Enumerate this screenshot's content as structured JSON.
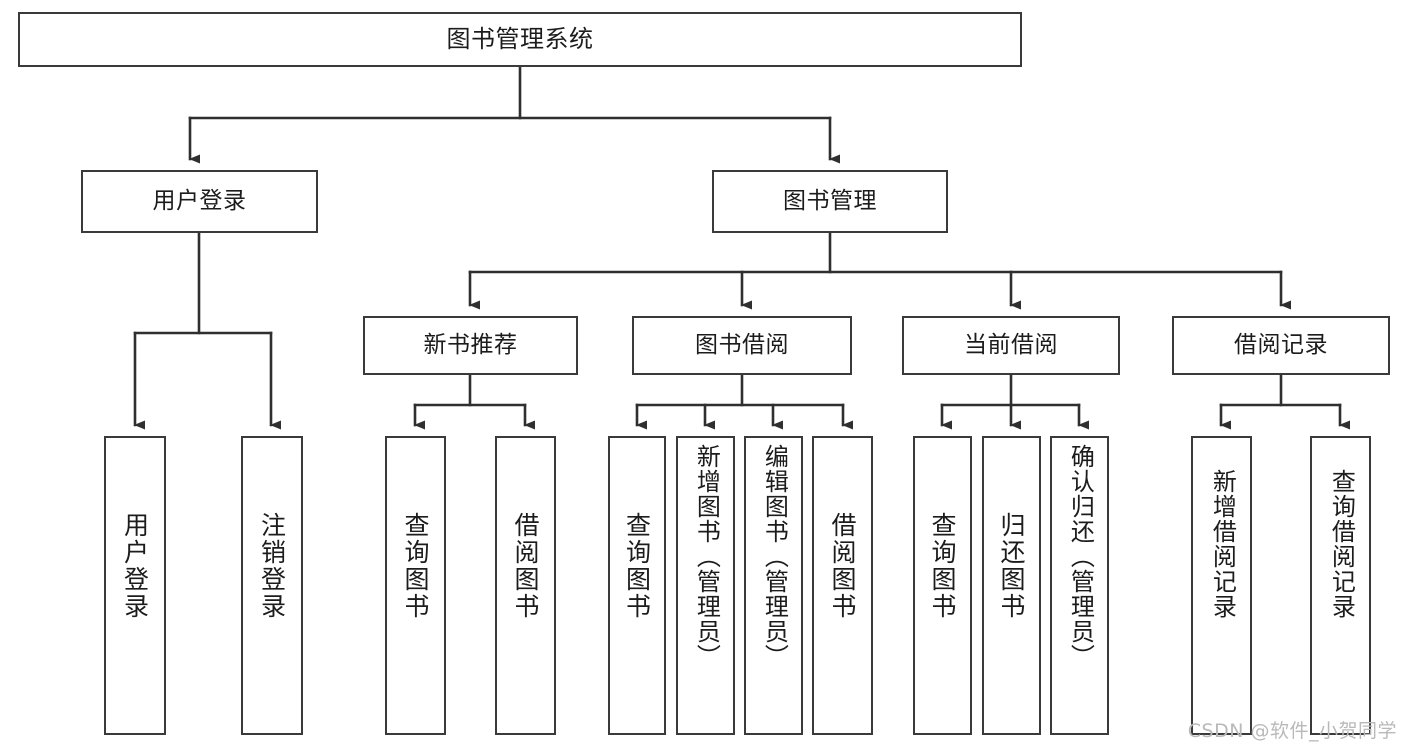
{
  "diagram": {
    "title": "图书管理系统",
    "type": "tree-hierarchy-chart",
    "watermark": "CSDN @软件_小贺同学",
    "colors": {
      "box_border": "#3a3a3a",
      "box_fill": "#ffffff",
      "edge": "#2f2f2f",
      "text": "#1c1c1c",
      "watermark": "#b9b9b9"
    },
    "root": {
      "label": "图书管理系统"
    },
    "level2": [
      {
        "label": "用户登录"
      },
      {
        "label": "图书管理"
      }
    ],
    "level3": [
      {
        "label": "新书推荐"
      },
      {
        "label": "图书借阅"
      },
      {
        "label": "当前借阅"
      },
      {
        "label": "借阅记录"
      }
    ],
    "leaves": {
      "user_login": [
        {
          "label": "用户登录"
        },
        {
          "label": "注销登录"
        }
      ],
      "new_book": [
        {
          "label": "查询图书"
        },
        {
          "label": "借阅图书"
        }
      ],
      "book_borrow": [
        {
          "label": "查询图书"
        },
        {
          "label": "新增图书（管理员）"
        },
        {
          "label": "编辑图书（管理员）"
        },
        {
          "label": "借阅图书"
        }
      ],
      "current_borrow": [
        {
          "label": "查询图书"
        },
        {
          "label": "归还图书"
        },
        {
          "label": "确认归还（管理员）"
        }
      ],
      "borrow_record": [
        {
          "label": "新增借阅记录"
        },
        {
          "label": "查询借阅记录"
        }
      ]
    }
  }
}
